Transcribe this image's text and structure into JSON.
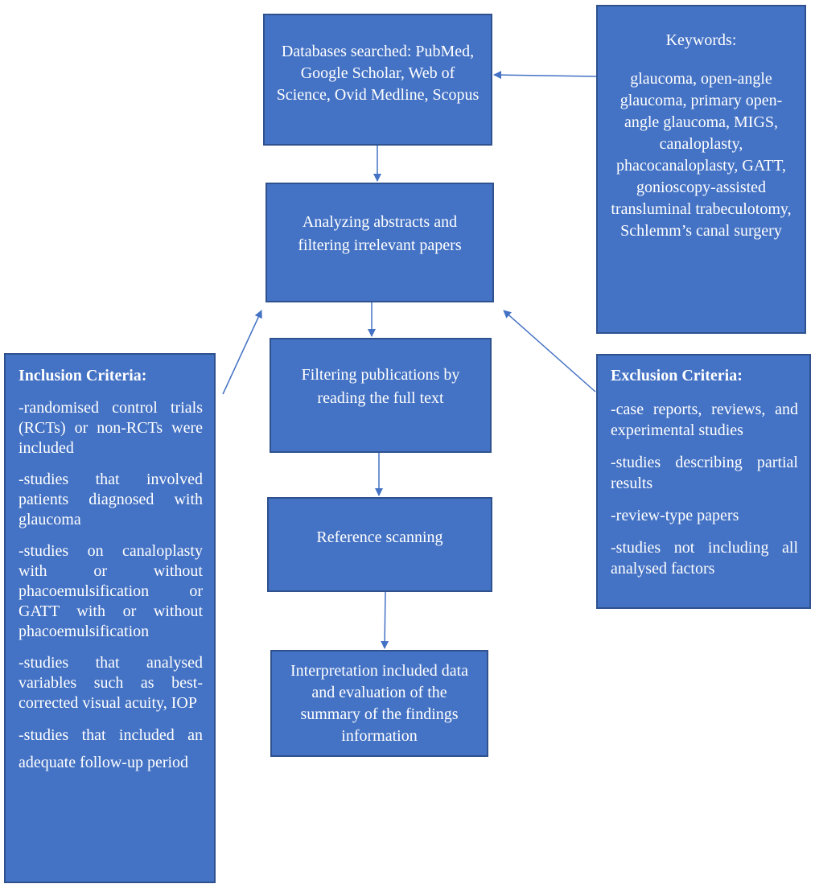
{
  "flow": {
    "databases": "Databases searched: PubMed, Google Scholar, Web of Science, Ovid Medline, Scopus",
    "abstracts": "Analyzing abstracts and filtering irrelevant papers",
    "fulltext": "Filtering publications by reading the full text",
    "reference": "Reference scanning",
    "interpretation": "Interpretation included data and evaluation of the summary of the findings information"
  },
  "keywords": {
    "title": "Keywords:",
    "text": "glaucoma, open-angle glaucoma, primary open-angle glaucoma, MIGS, canaloplasty, phacocanaloplasty, GATT, gonioscopy-assisted transluminal trabeculotomy, Schlemm’s canal surgery"
  },
  "inclusion": {
    "title": "Inclusion Criteria:",
    "items": [
      "-randomised control trials (RCTs) or non-RCTs were included",
      "-studies that involved patients diagnosed with glaucoma",
      "-studies on canaloplasty with or without phacoemulsification or GATT with or without phacoemulsification",
      "-studies that analysed variables such as best-corrected visual acuity, IOP",
      "-studies that included an adequate follow-up period"
    ]
  },
  "exclusion": {
    "title": "Exclusion Criteria:",
    "items": [
      "-case reports, reviews, and experimental studies",
      "-studies describing partial results",
      "-review-type papers",
      "-studies not including all analysed factors"
    ]
  },
  "colors": {
    "box_fill": "#4472C4",
    "box_border": "#2F528F",
    "text": "#ffffff",
    "arrow": "#4472C4"
  }
}
